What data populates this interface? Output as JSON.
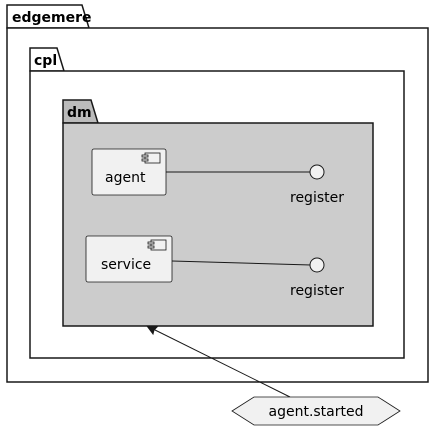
{
  "packages": [
    {
      "name": "edgemere"
    },
    {
      "name": "cpl"
    },
    {
      "name": "dm"
    }
  ],
  "components": [
    {
      "name": "agent",
      "interface": "register"
    },
    {
      "name": "service",
      "interface": "register"
    }
  ],
  "event": {
    "name": "agent.started"
  },
  "colors": {
    "background": "#ffffff",
    "package_fill": "#ffffff",
    "inner_package_fill": "#cccccc",
    "inner_tab_fill": "#bbbbbb",
    "component_fill": "#f1f1f1",
    "stroke": "#181818"
  }
}
